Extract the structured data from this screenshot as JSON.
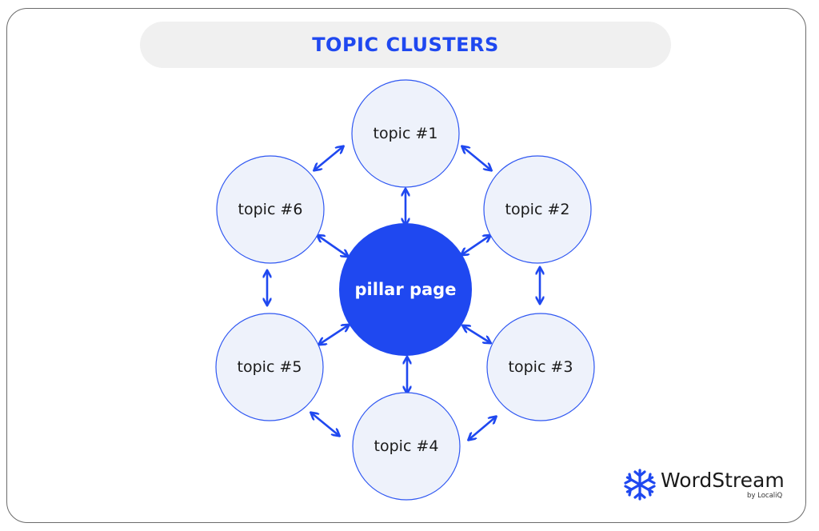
{
  "title": "TOPIC CLUSTERS",
  "pillar": {
    "label": "pillar page"
  },
  "topics": [
    {
      "label": "topic #1"
    },
    {
      "label": "topic #2"
    },
    {
      "label": "topic #3"
    },
    {
      "label": "topic #4"
    },
    {
      "label": "topic #5"
    },
    {
      "label": "topic #6"
    }
  ],
  "logo": {
    "name": "WordStream",
    "tagline": "by LocaliQ",
    "icon": "wordstream-snowflake-icon"
  },
  "colors": {
    "accent": "#1f48f0",
    "topic_fill": "#eef2fb",
    "topic_stroke": "#2f57f2",
    "title_bg": "#f0f0f0"
  }
}
